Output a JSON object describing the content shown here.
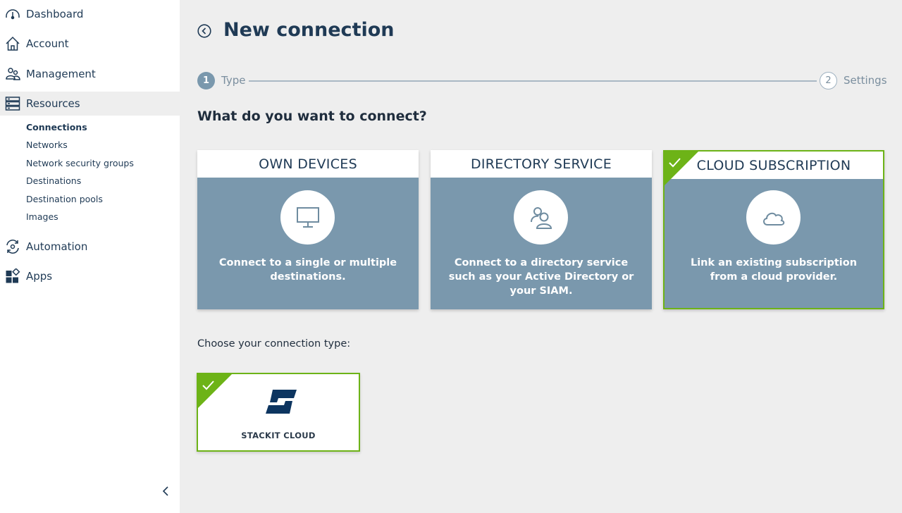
{
  "sidebar": {
    "items": [
      {
        "label": "Dashboard",
        "icon": "gauge-icon"
      },
      {
        "label": "Account",
        "icon": "home-icon"
      },
      {
        "label": "Management",
        "icon": "users-icon"
      },
      {
        "label": "Resources",
        "icon": "server-icon"
      },
      {
        "label": "Automation",
        "icon": "automation-icon"
      },
      {
        "label": "Apps",
        "icon": "apps-icon"
      }
    ],
    "subitems": [
      "Connections",
      "Networks",
      "Network security groups",
      "Destinations",
      "Destination pools",
      "Images"
    ],
    "active_item": "Resources",
    "active_subitem": "Connections"
  },
  "header": {
    "title": "New connection"
  },
  "stepper": {
    "steps": [
      {
        "number": "1",
        "label": "Type"
      },
      {
        "number": "2",
        "label": "Settings"
      }
    ],
    "current_step": "1"
  },
  "question": "What do you want to connect?",
  "cards": [
    {
      "title": "OWN DEVICES",
      "icon": "monitor-icon",
      "text": "Connect to a single or multiple destinations."
    },
    {
      "title": "DIRECTORY SERVICE",
      "icon": "directory-users-icon",
      "text": "Connect to a directory service such as your Active Directory or your SIAM."
    },
    {
      "title": "CLOUD SUBSCRIPTION",
      "icon": "cloud-icon",
      "text": "Link an existing subscription from a cloud provider."
    }
  ],
  "selected_card": "CLOUD SUBSCRIPTION",
  "connection_type": {
    "label": "Choose your connection type:",
    "options": [
      {
        "name": "STACKIT CLOUD",
        "icon": "stackit-logo-icon"
      }
    ],
    "selected": "STACKIT CLOUD"
  },
  "colors": {
    "accent_green": "#6db317",
    "card_blue": "#7a98ad",
    "navy": "#1f3a55",
    "stackit_navy": "#0d3560"
  }
}
